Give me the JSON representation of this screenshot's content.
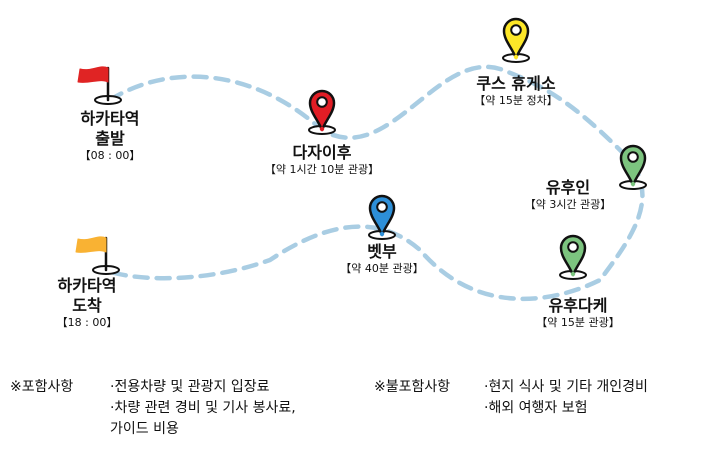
{
  "colors": {
    "route": "#a9cde3",
    "flag_start": "#e02424",
    "flag_end": "#f9b233",
    "pin_red": "#e11d25",
    "pin_yellow": "#fde728",
    "pin_green": "#7cc47f",
    "pin_blue": "#2d8fd8",
    "ink": "#111111"
  },
  "stops": [
    {
      "id": "start",
      "icon": "red-flag-icon",
      "name_lines": [
        "하카타역",
        "출발"
      ],
      "note": "【08 : 00】"
    },
    {
      "id": "dazaifu",
      "icon": "red-map-pin-icon",
      "name_lines": [
        "다자이후"
      ],
      "note": "【약 1시간 10분 관광】"
    },
    {
      "id": "kusu",
      "icon": "yellow-map-pin-icon",
      "name_lines": [
        "쿠스 휴게소"
      ],
      "note": "【약 15분 정차】"
    },
    {
      "id": "yufuin",
      "icon": "green-map-pin-icon",
      "name_lines": [
        "유후인"
      ],
      "note": "【약 3시간 관광】"
    },
    {
      "id": "yufudake",
      "icon": "green-map-pin-icon",
      "name_lines": [
        "유후다케"
      ],
      "note": "【약 15분 관광】"
    },
    {
      "id": "beppu",
      "icon": "blue-map-pin-icon",
      "name_lines": [
        "벳부"
      ],
      "note": "【약 40분 관광】"
    },
    {
      "id": "end",
      "icon": "orange-flag-icon",
      "name_lines": [
        "하카타역",
        "도착"
      ],
      "note": "【18 : 00】"
    }
  ],
  "included": {
    "heading": "※포함사항",
    "items": [
      "·전용차량 및 관광지 입장료",
      "·차량 관련 경비 및 기사 봉사료,",
      " 가이드 비용"
    ]
  },
  "excluded": {
    "heading": "※불포함사항",
    "items": [
      "·현지 식사 및 기타 개인경비",
      "·해외 여행자 보험"
    ]
  }
}
